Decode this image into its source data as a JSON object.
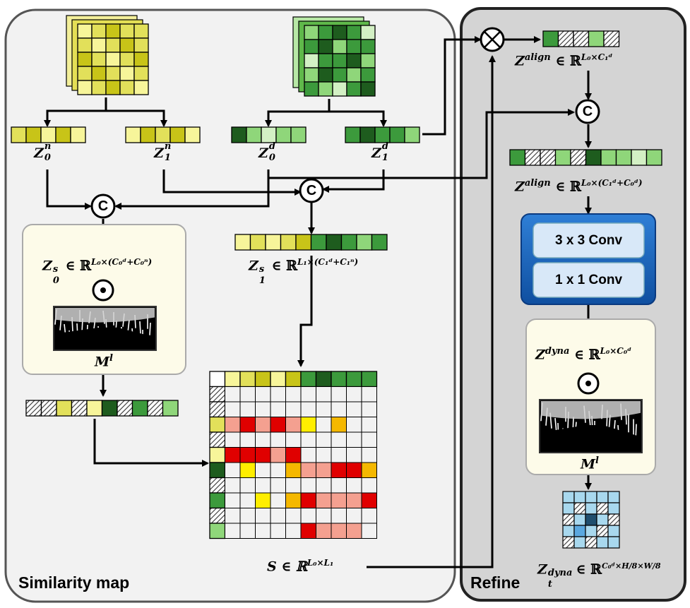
{
  "panels": {
    "similarity_title": "Similarity map",
    "refine_title": "Refine"
  },
  "labels": {
    "z0n": "Z",
    "z1n": "Z",
    "z0d": "Z",
    "z1d": "Z",
    "z0s": "Z",
    "z0s_rest": "∈ ℝ",
    "z1s": "Z",
    "z1s_rest": "∈ ℝ",
    "ml_left": "M",
    "ml_right": "M",
    "s_label": "S ∈ ℝ",
    "zalign1": "Z",
    "zalign1_rest": "∈ ℝ",
    "zalign2": "Z",
    "zalign2_rest": "∈ ℝ",
    "zdyna": "Z",
    "zdyna_rest": "∈ ℝ",
    "ztdyna": "Z",
    "ztdyna_rest": "∈ ℝ"
  },
  "superscripts": {
    "n": "n",
    "d": "d",
    "s": "s",
    "l": "l",
    "align": "align",
    "dyna": "dyna"
  },
  "subscripts": {
    "zero": "0",
    "one": "1",
    "t": "t"
  },
  "dims": {
    "z0s": "L₀×(C₀ᵈ+C₀ⁿ)",
    "z1s": "L₁×(C₁ᵈ+C₁ⁿ)",
    "s": "L₀×L₁",
    "zalign1": "L₀×C₁ᵈ",
    "zalign2": "L₀×(C₁ᵈ+C₀ᵈ)",
    "zdyna": "L₀×C₀ᵈ",
    "ztdyna": "C₀ᵈ×H/8×W/8"
  },
  "operators": {
    "concat": "C",
    "otimes": "⊗",
    "odot": "⊙"
  },
  "conv": {
    "conv3": "3 x 3 Conv",
    "conv1": "1 x 1 Conv"
  },
  "colors": {
    "yellow_dark": "#c8c418",
    "yellow_mid": "#e2e05a",
    "yellow_light": "#f7f59a",
    "green_dark": "#1e5c1e",
    "green_mid": "#3c9a3c",
    "green_light": "#8fd67a",
    "green_pale": "#d3f0c4",
    "red": "#e00000",
    "salmon": "#f4a090",
    "orange": "#f5b800",
    "yellow_bright": "#ffee00",
    "blue_dark": "#1a5fb4",
    "blue_light": "#a8d8ee",
    "blue_mid": "#5aa8e0"
  }
}
